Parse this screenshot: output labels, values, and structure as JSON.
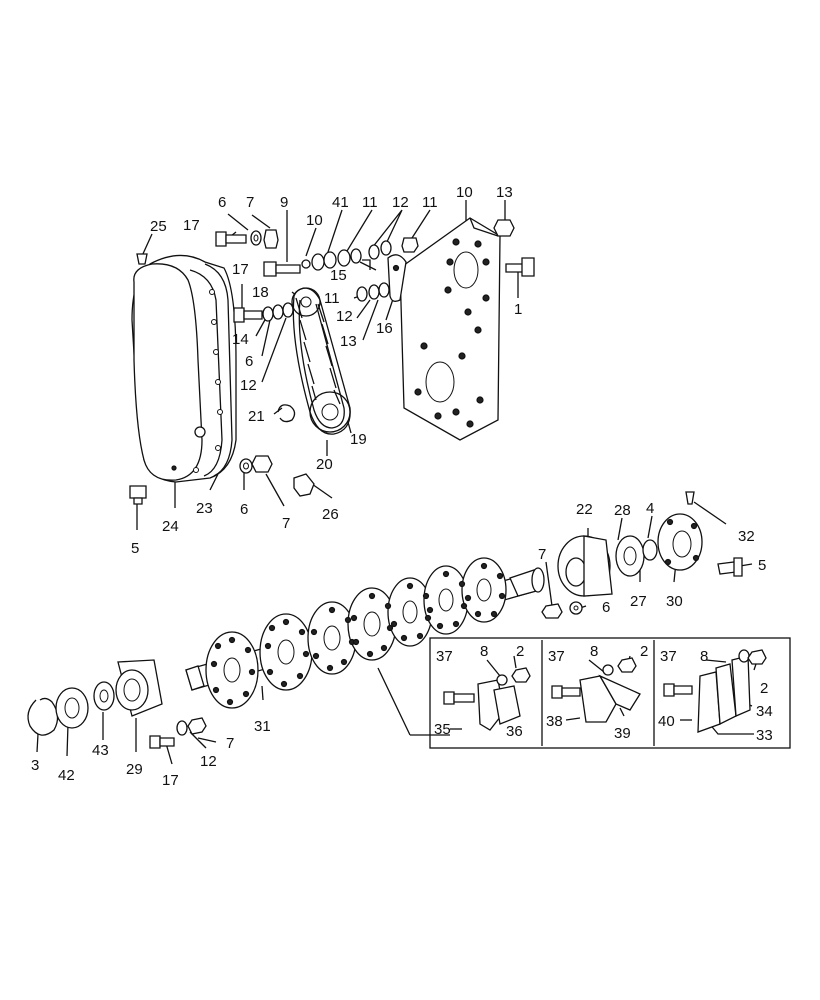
{
  "diagram": {
    "callouts": [
      {
        "id": "c-6a",
        "text": "6"
      },
      {
        "id": "c-7a",
        "text": "7"
      },
      {
        "id": "c-9",
        "text": "9"
      },
      {
        "id": "c-10a",
        "text": "10"
      },
      {
        "id": "c-41",
        "text": "41"
      },
      {
        "id": "c-11a",
        "text": "11"
      },
      {
        "id": "c-12a",
        "text": "12"
      },
      {
        "id": "c-11b",
        "text": "11"
      },
      {
        "id": "c-10b",
        "text": "10"
      },
      {
        "id": "c-13a",
        "text": "13"
      },
      {
        "id": "c-25",
        "text": "25"
      },
      {
        "id": "c-17a",
        "text": "17"
      },
      {
        "id": "c-17b",
        "text": "17"
      },
      {
        "id": "c-15",
        "text": "15"
      },
      {
        "id": "c-18",
        "text": "18"
      },
      {
        "id": "c-11c",
        "text": "11"
      },
      {
        "id": "c-1",
        "text": "1"
      },
      {
        "id": "c-12b",
        "text": "12"
      },
      {
        "id": "c-14",
        "text": "14"
      },
      {
        "id": "c-13b",
        "text": "13"
      },
      {
        "id": "c-16",
        "text": "16"
      },
      {
        "id": "c-6b",
        "text": "6"
      },
      {
        "id": "c-12c",
        "text": "12"
      },
      {
        "id": "c-21",
        "text": "21"
      },
      {
        "id": "c-19",
        "text": "19"
      },
      {
        "id": "c-20",
        "text": "20"
      },
      {
        "id": "c-23",
        "text": "23"
      },
      {
        "id": "c-6c",
        "text": "6"
      },
      {
        "id": "c-24",
        "text": "24"
      },
      {
        "id": "c-7b",
        "text": "7"
      },
      {
        "id": "c-26",
        "text": "26"
      },
      {
        "id": "c-5a",
        "text": "5"
      },
      {
        "id": "c-22",
        "text": "22"
      },
      {
        "id": "c-28",
        "text": "28"
      },
      {
        "id": "c-4",
        "text": "4"
      },
      {
        "id": "c-32",
        "text": "32"
      },
      {
        "id": "c-7c",
        "text": "7"
      },
      {
        "id": "c-5b",
        "text": "5"
      },
      {
        "id": "c-6d",
        "text": "6"
      },
      {
        "id": "c-27",
        "text": "27"
      },
      {
        "id": "c-30",
        "text": "30"
      },
      {
        "id": "c-37a",
        "text": "37"
      },
      {
        "id": "c-8a",
        "text": "8"
      },
      {
        "id": "c-2a",
        "text": "2"
      },
      {
        "id": "c-37b",
        "text": "37"
      },
      {
        "id": "c-8b",
        "text": "8"
      },
      {
        "id": "c-2b",
        "text": "2"
      },
      {
        "id": "c-37c",
        "text": "37"
      },
      {
        "id": "c-8c",
        "text": "8"
      },
      {
        "id": "c-2c",
        "text": "2"
      },
      {
        "id": "c-35",
        "text": "35"
      },
      {
        "id": "c-36",
        "text": "36"
      },
      {
        "id": "c-38",
        "text": "38"
      },
      {
        "id": "c-39",
        "text": "39"
      },
      {
        "id": "c-40",
        "text": "40"
      },
      {
        "id": "c-34",
        "text": "34"
      },
      {
        "id": "c-33",
        "text": "33"
      },
      {
        "id": "c-31",
        "text": "31"
      },
      {
        "id": "c-7d",
        "text": "7"
      },
      {
        "id": "c-3",
        "text": "3"
      },
      {
        "id": "c-42",
        "text": "42"
      },
      {
        "id": "c-43",
        "text": "43"
      },
      {
        "id": "c-29",
        "text": "29"
      },
      {
        "id": "c-17c",
        "text": "17"
      },
      {
        "id": "c-12d",
        "text": "12"
      }
    ]
  }
}
